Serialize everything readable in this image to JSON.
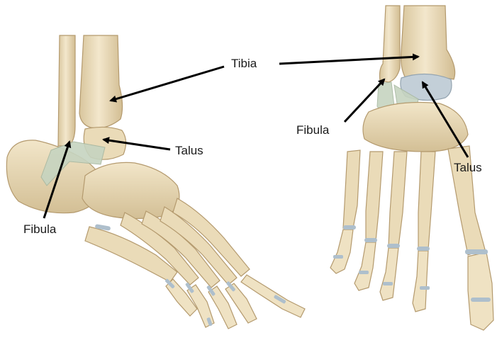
{
  "labels": {
    "tibia": "Tibia",
    "fibula_right": "Fibula",
    "talus_left": "Talus",
    "talus_right": "Talus",
    "fibula_left": "Fibula"
  },
  "colors": {
    "bone": "#eadbb8",
    "bone_shadow": "#c9b38a",
    "bone_outline": "#b49a6e",
    "cartilage": "#aebfcc",
    "ligament": "#c6d4c0",
    "arrow": "#000000"
  }
}
